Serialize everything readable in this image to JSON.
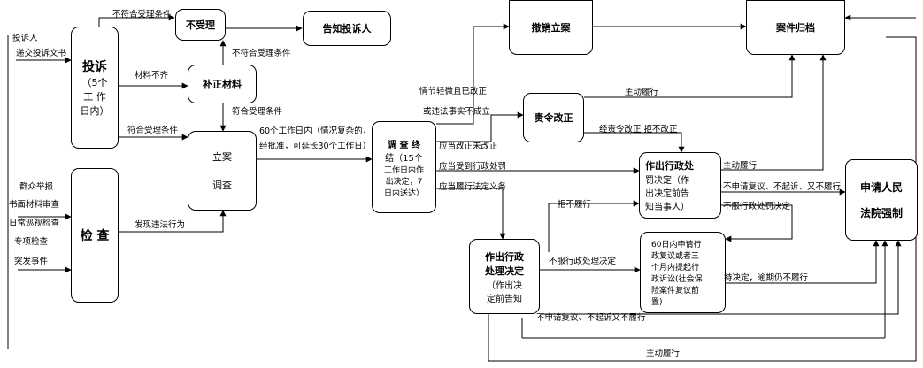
{
  "nodes": {
    "complaint_title": "投诉",
    "complaint_sub": [
      "（5个",
      "工 作",
      "日内）"
    ],
    "not_accept": "不受理",
    "notify": "告知投诉人",
    "supplement": "补正材料",
    "file_investigate": [
      "立案",
      "调查"
    ],
    "inspect": "检  查",
    "conclusion": [
      "调 查 终",
      "结（15个",
      "工作日内作",
      "出决定，7",
      "日内送达）"
    ],
    "revoke": "撤销立案",
    "archive": "案件归档",
    "order_correct": "责令改正",
    "penalty_pre": [
      "作出行政处",
      "罚决定（作",
      "出决定前告",
      "知当事人）"
    ],
    "handle_decision": [
      "作出行政",
      "处理决定",
      "（作出决",
      "定前告知"
    ],
    "review": [
      "60日内申请行",
      "政复议或者三",
      "个月内提起行",
      "政诉讼(社会保",
      "险案件复议前",
      "置)"
    ],
    "court": [
      "申请人民",
      "法院强制"
    ]
  },
  "labels": {
    "complainant": "投诉人",
    "submit_docs": "递交投诉文书",
    "no_accept_cond": "不符合受理条件",
    "no_accept_cond2": "不符合受理条件",
    "incomplete": "材料不齐",
    "accept_cond": "符合受理条件",
    "accept_cond2": "符合受理条件",
    "sixty_days": [
      "60个工作日内（情况复杂的，",
      "经批准，可延长30个工作日）"
    ],
    "minor_fixed": [
      "情节轻微且已改正",
      "或违法事实不成立"
    ],
    "voluntary": "主动履行",
    "order_refuse": "经责令改正 拒不改正",
    "should_fix": "应当改正未改正",
    "should_penalty": "应当受到行政处罚",
    "should_duty": "应当履行法定义务",
    "refuse": "拒不履行",
    "no_action": "不申请复议、不起诉、又不履行",
    "penalty_unsatisfied": "不服行政处罚决定",
    "handle_unsatisfied": "不服行政处理决定",
    "upheld": "持决定，逾期仍不履行",
    "bottom_no_action": "不申请复议、不起诉又不履行",
    "bottom_voluntary": "主动履行",
    "voluntary_penalty": "主动履行",
    "found_violation": "发现违法行为",
    "sources": [
      "群众举报",
      "书面材料审查",
      "日常巡视检查",
      "专项检查",
      "突发事件"
    ]
  }
}
